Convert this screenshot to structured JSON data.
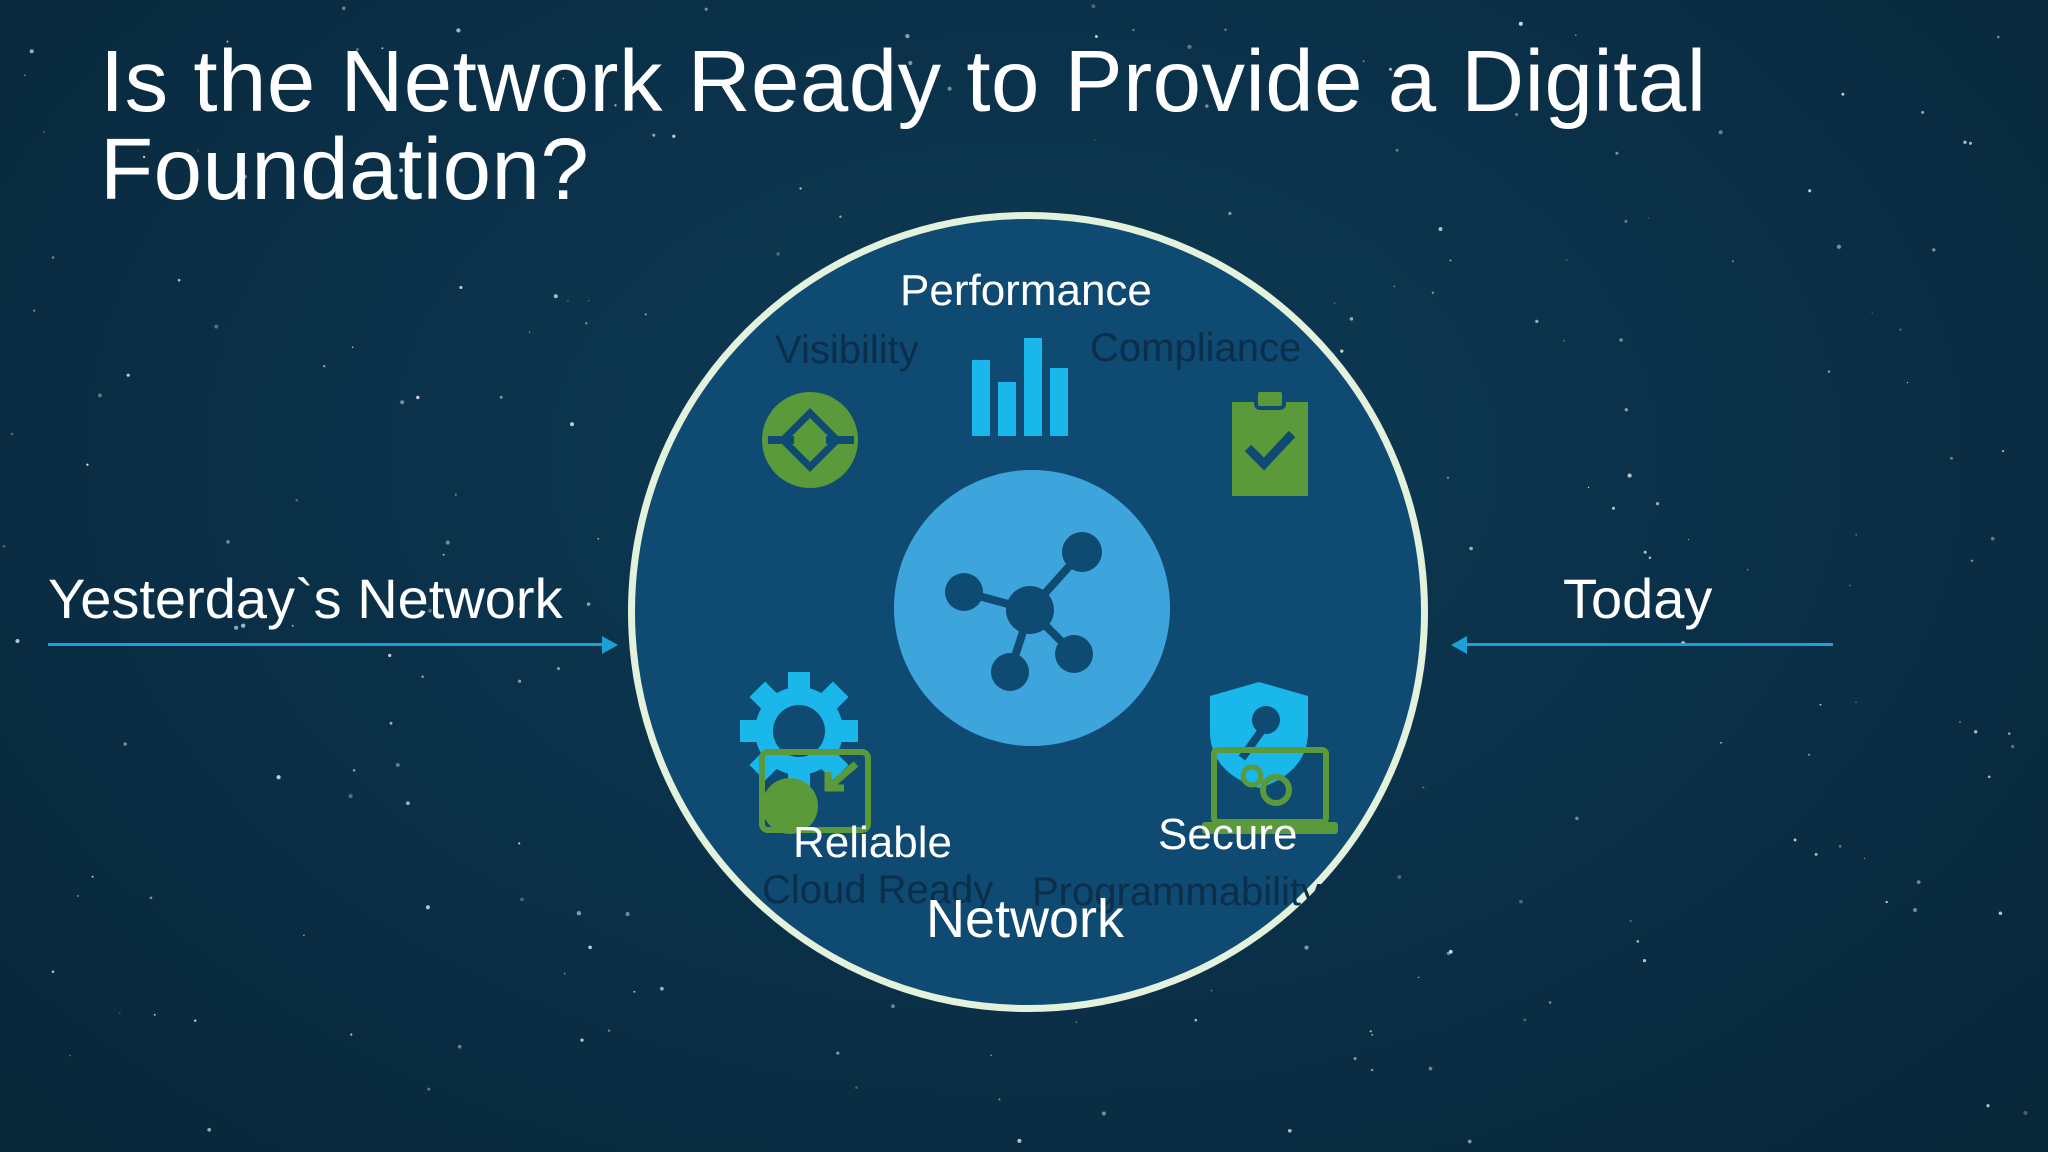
{
  "slide": {
    "title": "Is the Network Ready to Provide a Digital Foundation?",
    "left_label": "Yesterday`s Network",
    "right_label": "Today"
  },
  "diagram": {
    "center_icon": "network-nodes-icon",
    "center_label": "Network",
    "items": [
      {
        "label": "Performance",
        "icon": "bar-chart-icon"
      },
      {
        "label": "Visibility",
        "icon": "visibility-diamond-icon"
      },
      {
        "label": "Compliance",
        "icon": "clipboard-check-icon"
      },
      {
        "label": "Reliable",
        "icon": "gear-icon"
      },
      {
        "label": "Secure",
        "icon": "shield-key-icon"
      },
      {
        "label": "Cloud Ready",
        "icon": "cloud-window-icon"
      },
      {
        "label": "Programmability",
        "icon": "laptop-gears-icon"
      }
    ]
  },
  "colors": {
    "background": "#0a2f47",
    "circle_fill": "#0e4a72",
    "circle_border": "#e3f2dc",
    "hub": "#3ea5dc",
    "blue_icon": "#1ab7ea",
    "green_icon": "#5a9a3a",
    "arrow": "#1ba0d8"
  }
}
